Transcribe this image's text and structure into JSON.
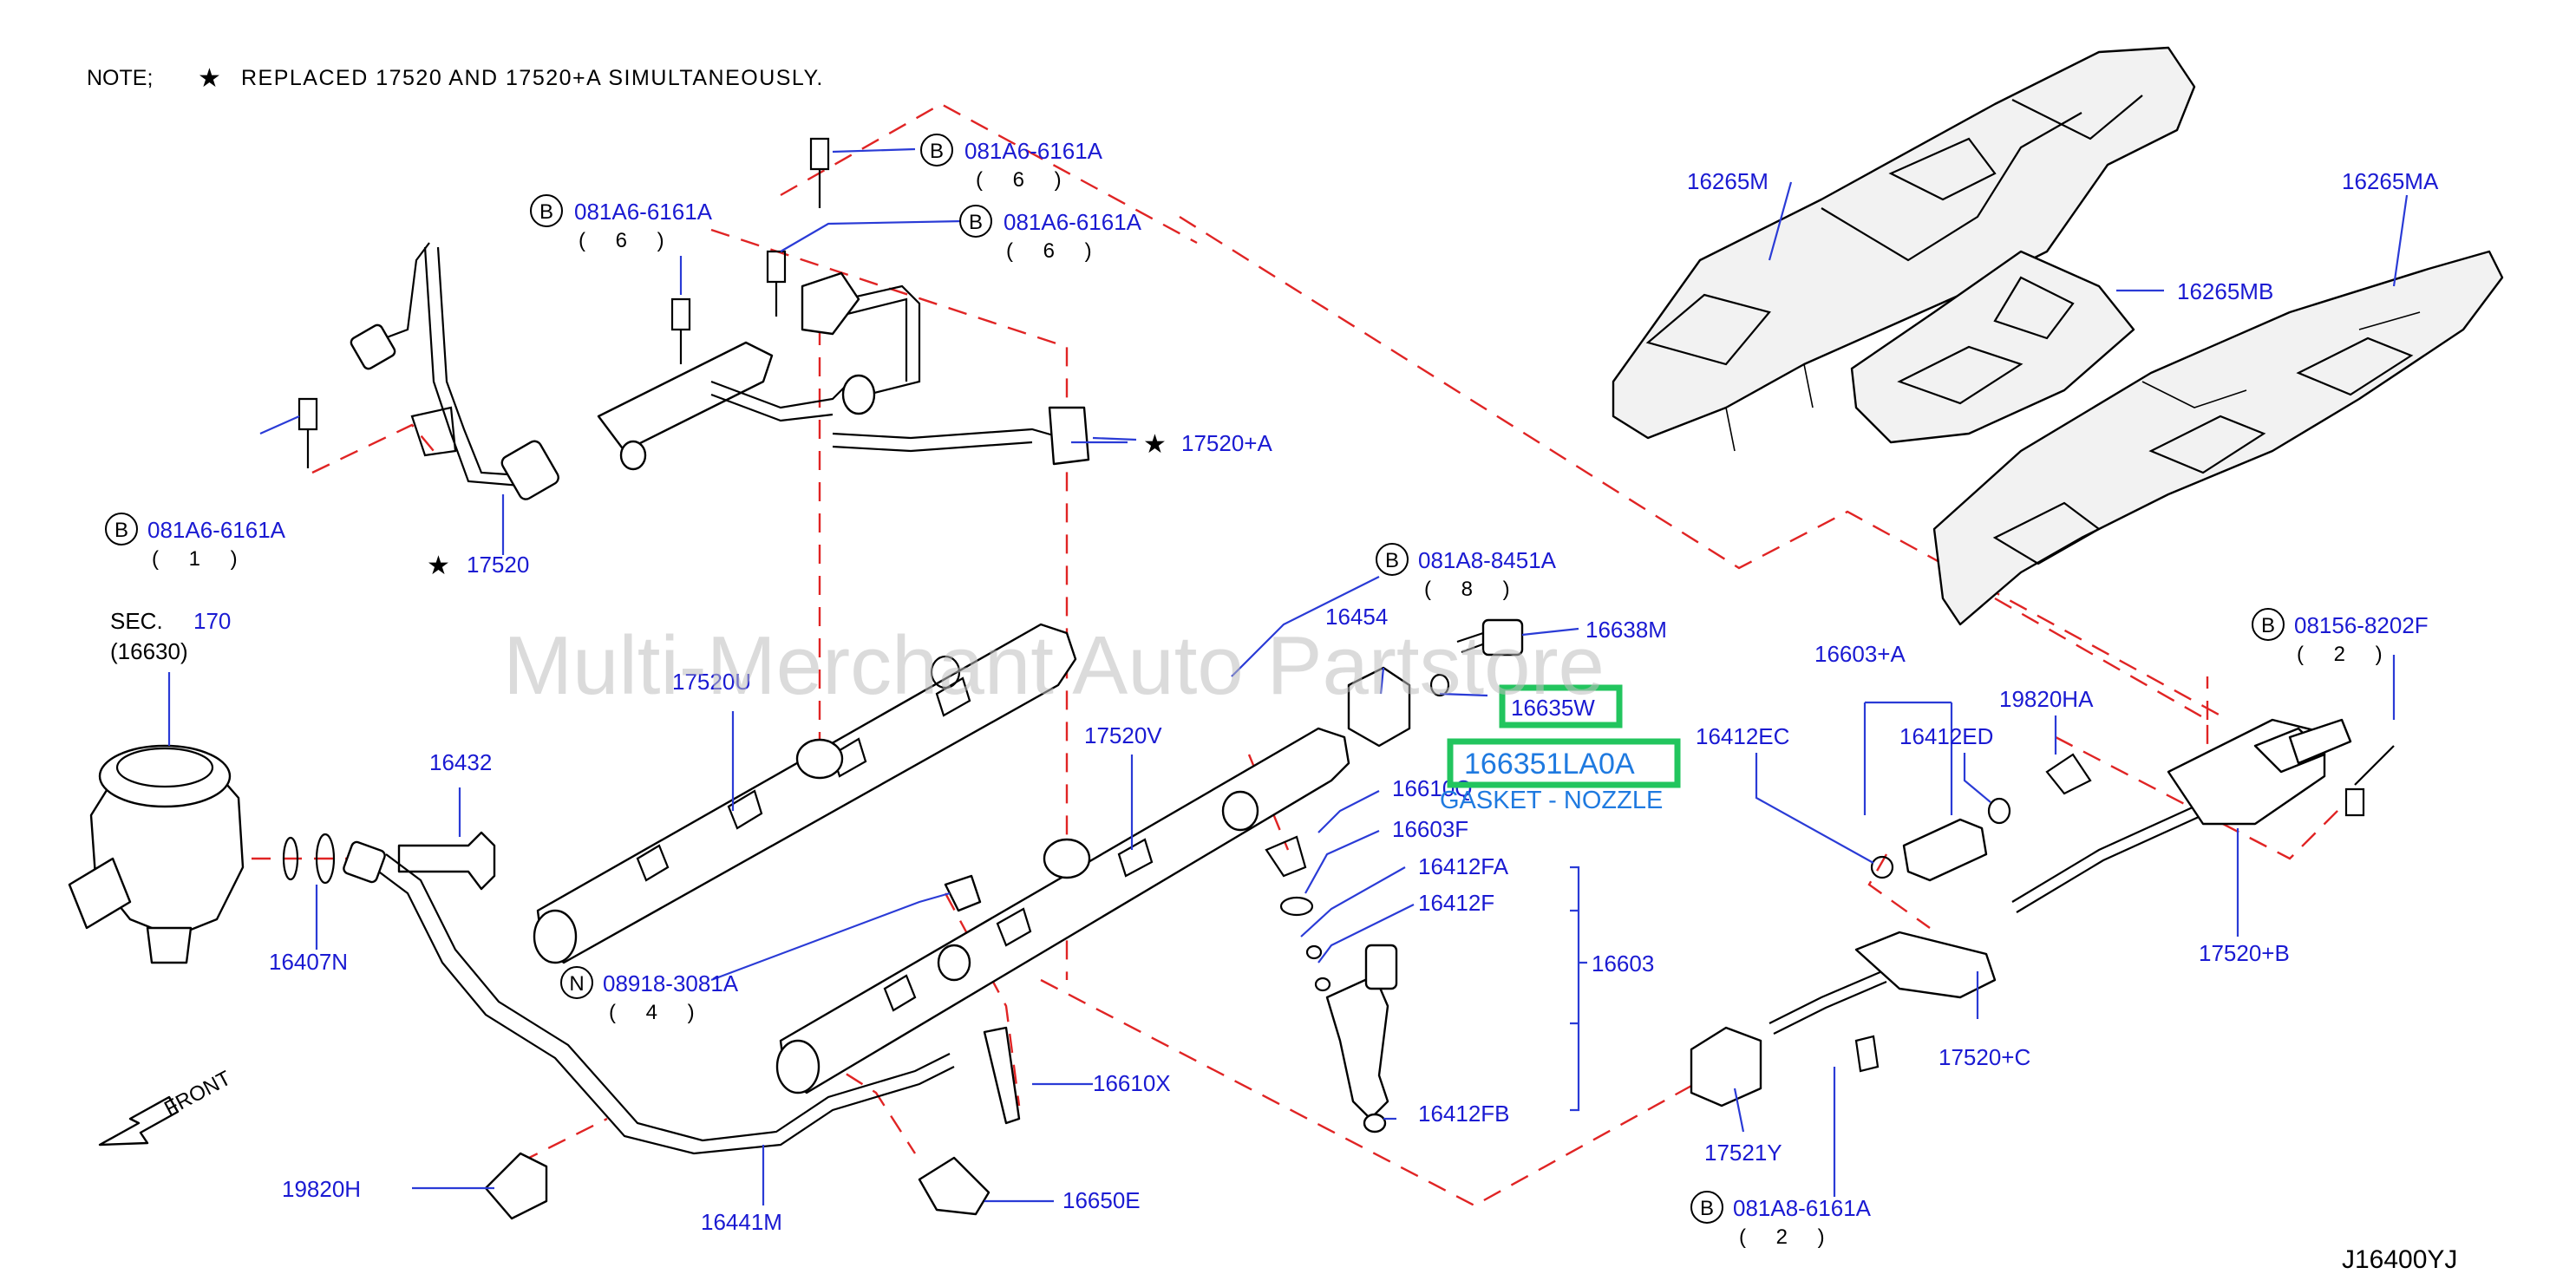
{
  "note": {
    "prefix": "NOTE;",
    "star": "★",
    "text": "REPLACED 17520 AND 17520+A SIMULTANEOUSLY."
  },
  "watermark": "Multi-Merchant Auto Partstore",
  "diagram_code": "J16400YJ",
  "front_label": "FRONT",
  "sec_ref": {
    "prefix": "SEC.",
    "num": "170",
    "sub": "(16630)"
  },
  "callouts": {
    "b_081a6_top": {
      "badge": "B",
      "num": "081A6-6161A",
      "qty": "( 6 )"
    },
    "b_081a6_left": {
      "badge": "B",
      "num": "081A6-6161A",
      "qty": "( 6 )"
    },
    "b_081a6_mid": {
      "badge": "B",
      "num": "081A6-6161A",
      "qty": "( 6 )"
    },
    "b_081a6_low": {
      "badge": "B",
      "num": "081A6-6161A",
      "qty": "( 1 )"
    },
    "b_081a8_8451": {
      "badge": "B",
      "num": "081A8-8451A",
      "qty": "( 8 )"
    },
    "b_08156": {
      "badge": "B",
      "num": "08156-8202F",
      "qty": "( 2 )"
    },
    "b_081a8_6161": {
      "badge": "B",
      "num": "081A8-6161A",
      "qty": "( 2 )"
    },
    "n_08918": {
      "badge": "N",
      "num": "08918-3081A",
      "qty": "( 4 )"
    }
  },
  "parts": {
    "p17520": {
      "star": "★",
      "num": "17520"
    },
    "p17520a": {
      "star": "★",
      "num": "17520+A"
    },
    "p16265m": "16265M",
    "p16265ma": "16265MA",
    "p16265mb": "16265MB",
    "p16454": "16454",
    "p16638m": "16638M",
    "p16635w": "16635W",
    "p17520u": "17520U",
    "p17520v": "17520V",
    "p16432": "16432",
    "p16407n": "16407N",
    "p16610q": "16610Q",
    "p16603f": "16603F",
    "p16412fa": "16412FA",
    "p16412f": "16412F",
    "p16603": "16603",
    "p16412fb": "16412FB",
    "p16610x": "16610X",
    "p16650e": "16650E",
    "p16441m": "16441M",
    "p19820h": "19820H",
    "p16603a": "16603+A",
    "p16412ec": "16412EC",
    "p16412ed": "16412ED",
    "p19820ha": "19820HA",
    "p17520b": "17520+B",
    "p17520c": "17520+C",
    "p17521y": "17521Y"
  },
  "highlight": {
    "part_number": "166351LA0A",
    "description": "GASKET - NOZZLE"
  },
  "colors": {
    "label_blue": "#1a1ad2",
    "dash_red": "#e02424",
    "highlight_green": "#22c55e",
    "desc_blue": "#1f7ae0"
  }
}
